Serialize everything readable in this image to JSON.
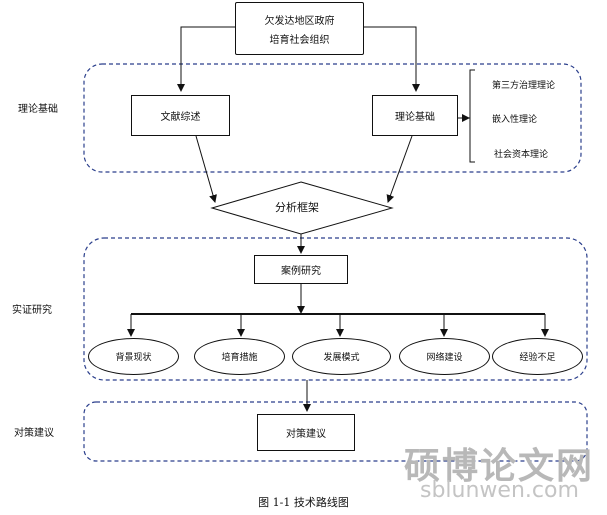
{
  "top_box": {
    "line1": "欠发达地区政府",
    "line2": "培育社会组织"
  },
  "sections": {
    "theory": {
      "label": "理论基础"
    },
    "empirical": {
      "label": "实证研究"
    },
    "advice": {
      "label": "对策建议"
    }
  },
  "nodes": {
    "literature_review": "文献综述",
    "theory_basis": "理论基础",
    "analysis_framework": "分析框架",
    "case_study": "案例研究",
    "policy_advice": "对策建议"
  },
  "theories": [
    "第三方治理理论",
    "嵌入性理论",
    "社会资本理论"
  ],
  "case_items": [
    "背景现状",
    "培育措施",
    "发展模式",
    "网络建设",
    "经验不足"
  ],
  "caption": "图 1-1  技术路线图",
  "watermark": {
    "cn": "硕博论文网",
    "en": "sblunwen.com"
  }
}
